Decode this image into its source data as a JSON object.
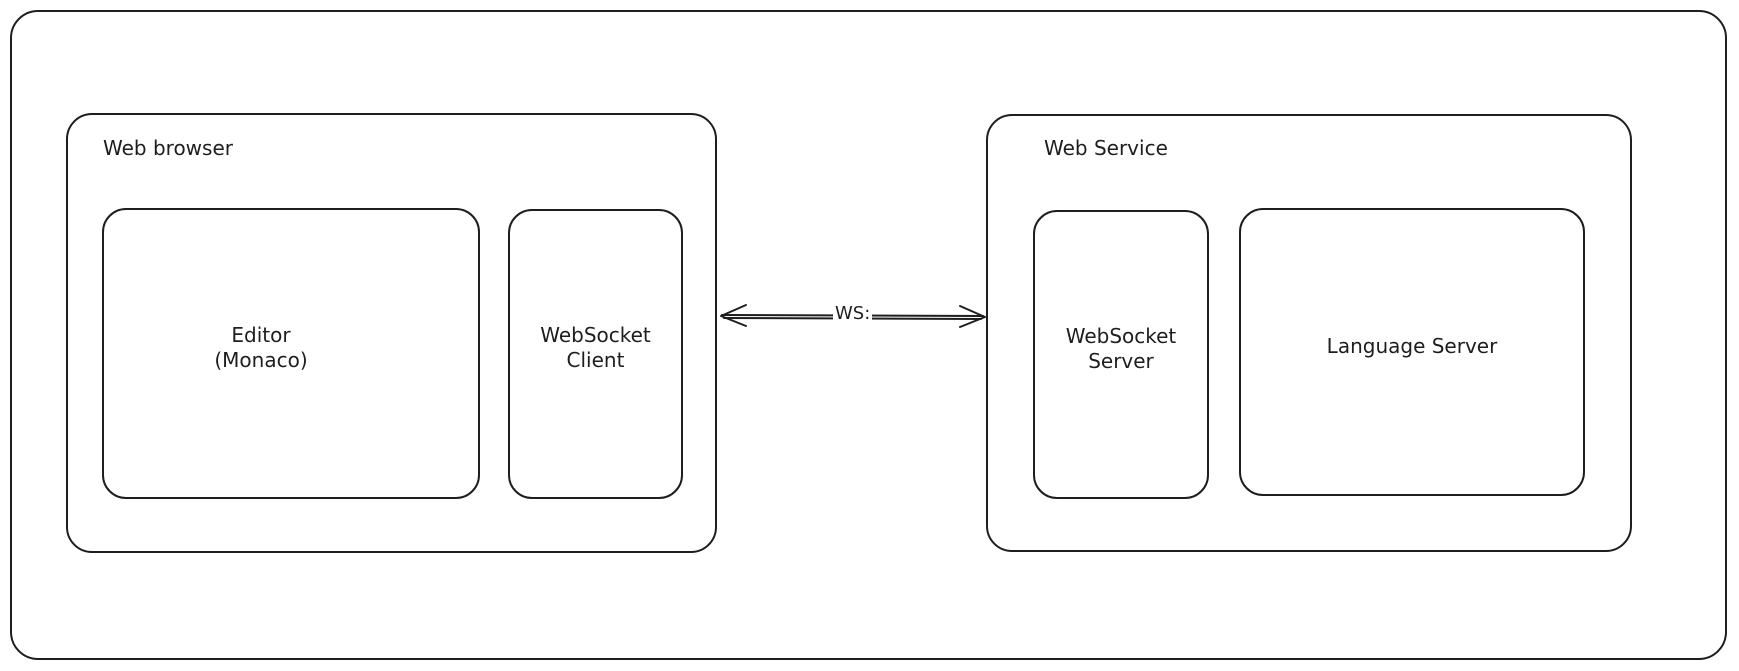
{
  "diagram": {
    "web_browser": {
      "title": "Web browser",
      "editor": "Editor\n(Monaco)",
      "websocket_client": "WebSocket\nClient"
    },
    "connection": {
      "label": "WS:"
    },
    "web_service": {
      "title": "Web Service",
      "websocket_server": "WebSocket\nServer",
      "language_server": "Language Server"
    },
    "colors": {
      "stroke": "#1e1e1e",
      "background": "#ffffff"
    }
  }
}
